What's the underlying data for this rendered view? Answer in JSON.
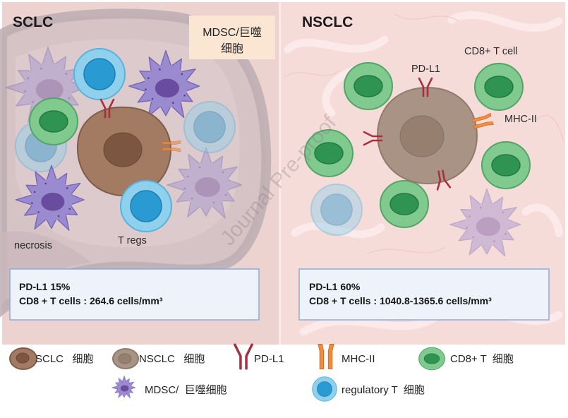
{
  "sclc_panel": {
    "title": "SCLC",
    "callout": {
      "line1": "MDSC/巨噬",
      "line2": "细胞"
    },
    "necrosis_label": "necrosis",
    "treg_label": "T regs",
    "info": {
      "pd_l1": "PD-L1 15%",
      "cd8": "CD8 + T cells : 264.6 cells/mm³"
    }
  },
  "nsclc_panel": {
    "title": "NSCLC",
    "pd_l1_label": "PD-L1",
    "cd8_label": "CD8+ T cell",
    "mhc_label": "MHC-II",
    "info": {
      "pd_l1": "PD-L1 60%",
      "cd8": "CD8 + T cells : 1040.8-1365.6 cells/mm³"
    }
  },
  "watermark": "Journal Pre-proof",
  "legend": [
    {
      "icon": "sclc-cell-icon",
      "label": "SCLC   细胞"
    },
    {
      "icon": "nsclc-cell-icon",
      "label": "NSCLC   细胞"
    },
    {
      "icon": "pd-l1-icon",
      "label": "PD-L1"
    },
    {
      "icon": "mhc-ii-icon",
      "label": "MHC-II"
    },
    {
      "icon": "cd8-t-cell-icon",
      "label": "CD8+ T  细胞"
    },
    {
      "icon": "mdsc-macrophage-icon",
      "label": "MDSC/  巨噬细胞"
    },
    {
      "icon": "regulatory-t-cell-icon",
      "label": "regulatory T  细胞"
    }
  ],
  "colors": {
    "sclc_cell": "#a27b62",
    "sclc_nucleus": "#7d5642",
    "nsclc_cell": "#a99385",
    "nsclc_nucleus": "#977f70",
    "treg_cell": "#8fd0ec",
    "treg_nucleus": "#2a9bd2",
    "cd8_cell": "#80c98f",
    "cd8_nucleus": "#2f9452",
    "mdsc_cell": "#9a8bd0",
    "mdsc_nucleus": "#6a4c9e",
    "pd_l1": "#a8303e",
    "mhc_ii": "#f28c3f",
    "info_border": "#8ea9d8",
    "info_fill": "#eef3fb"
  }
}
